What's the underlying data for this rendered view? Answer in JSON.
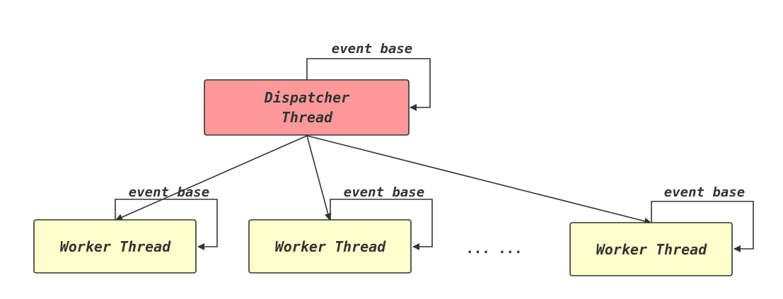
{
  "diagram": {
    "dispatcher": {
      "line1": "Dispatcher",
      "line2": "Thread",
      "fill": "#ff9999"
    },
    "workers": [
      {
        "label": "Worker Thread",
        "loop_label": "event base"
      },
      {
        "label": "Worker Thread",
        "loop_label": "event base"
      },
      {
        "label": "Worker Thread",
        "loop_label": "event base"
      }
    ],
    "dispatcher_loop_label": "event base",
    "ellipsis": "... ...",
    "worker_fill": "#ffffcc",
    "stroke_color": "#333333"
  }
}
